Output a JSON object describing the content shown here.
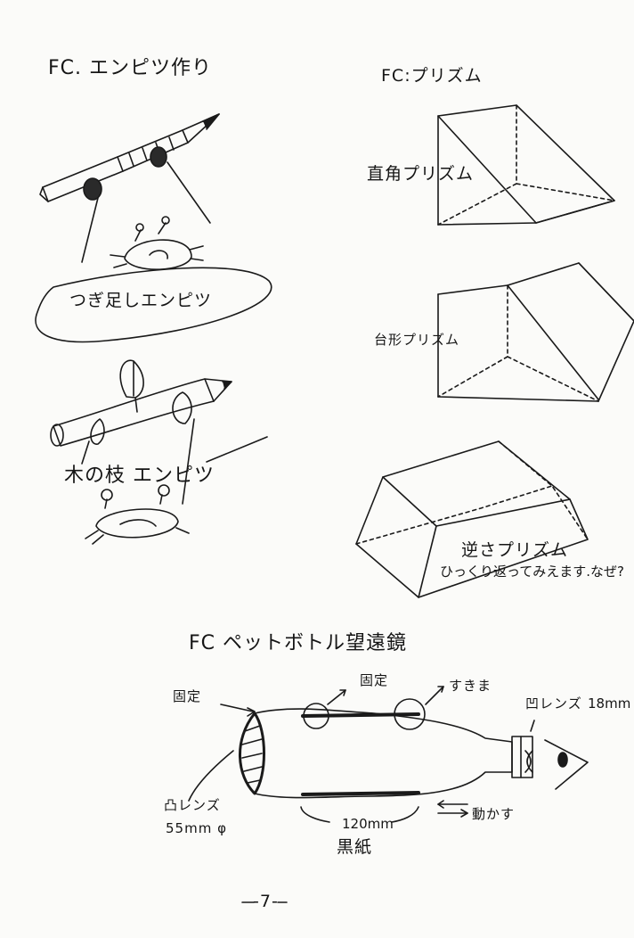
{
  "pencil_section": {
    "heading": "FC. エンピツ作り",
    "bubble_label": "つぎ足しエンピツ",
    "twig_label": "木の枝 エンピツ"
  },
  "prism_section": {
    "heading": "FC:プリズム",
    "right_angle_label": "直角プリズム",
    "trapezoid_label": "台形プリズム",
    "inverted_label": "逆さプリズム",
    "inverted_note": "ひっくり返ってみえます.なぜ?"
  },
  "telescope_section": {
    "heading": "FC ペットボトル望遠鏡",
    "fixed_left": "固定",
    "fixed_top": "固定",
    "gap": "すきま",
    "eyepiece_lens": "凹レンズ",
    "eyepiece_size": "18mm",
    "objective_lens": "凸レンズ",
    "objective_size": "55mm φ",
    "tube_length": "120mm",
    "black_paper": "黒紙",
    "move": "動かす"
  },
  "page_number": "-7-"
}
